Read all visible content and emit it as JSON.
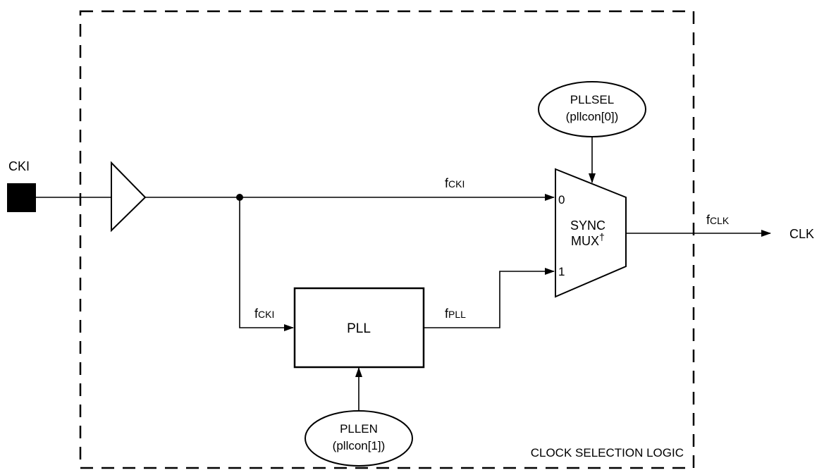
{
  "diagram": {
    "boundary_label": "CLOCK SELECTION LOGIC",
    "input_pin": {
      "label": "CKI"
    },
    "output": {
      "label": "CLK"
    },
    "pll": {
      "label": "PLL"
    },
    "mux": {
      "line1": "SYNC",
      "line2": "MUX",
      "footnote_mark": "†",
      "input0": "0",
      "input1": "1"
    },
    "pllsel": {
      "line1": "PLLSEL",
      "line2": "(pllcon[0])"
    },
    "pllen": {
      "line1": "PLLEN",
      "line2": "(pllcon[1])"
    },
    "signals": {
      "fcki_top": {
        "main": "f",
        "sub": "CKI"
      },
      "fcki_pll": {
        "main": "f",
        "sub": "CKI"
      },
      "fpll": {
        "main": "f",
        "sub": "PLL"
      },
      "fclk": {
        "main": "f",
        "sub": "CLK"
      }
    }
  }
}
